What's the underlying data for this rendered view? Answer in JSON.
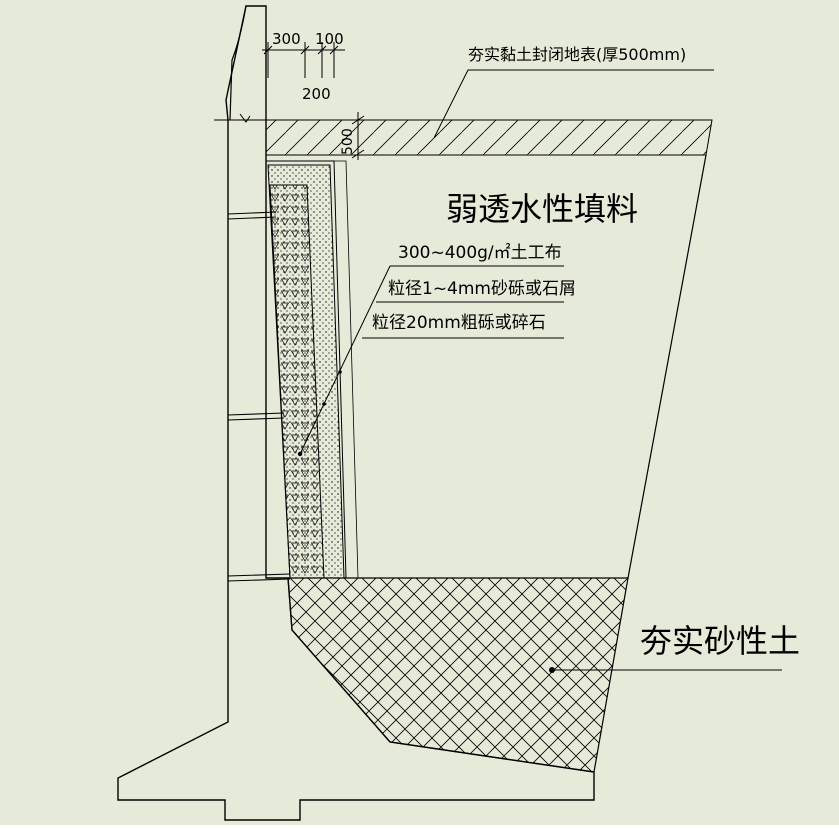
{
  "colors": {
    "background": "#e6ead9",
    "line": "#000000"
  },
  "dimensions": {
    "d300": "300",
    "d100": "100",
    "d200": "200",
    "d500": "500"
  },
  "labels": {
    "top_surface": "夯实黏土封闭地表(厚500mm)",
    "fill": "弱透水性填料",
    "geotextile": "300~400g/㎡土工布",
    "sand_layer": "粒径1~4mm砂砾或石屑",
    "gravel_layer": "粒径20mm粗砾或碎石",
    "compacted_sand": "夯实砂性土"
  }
}
